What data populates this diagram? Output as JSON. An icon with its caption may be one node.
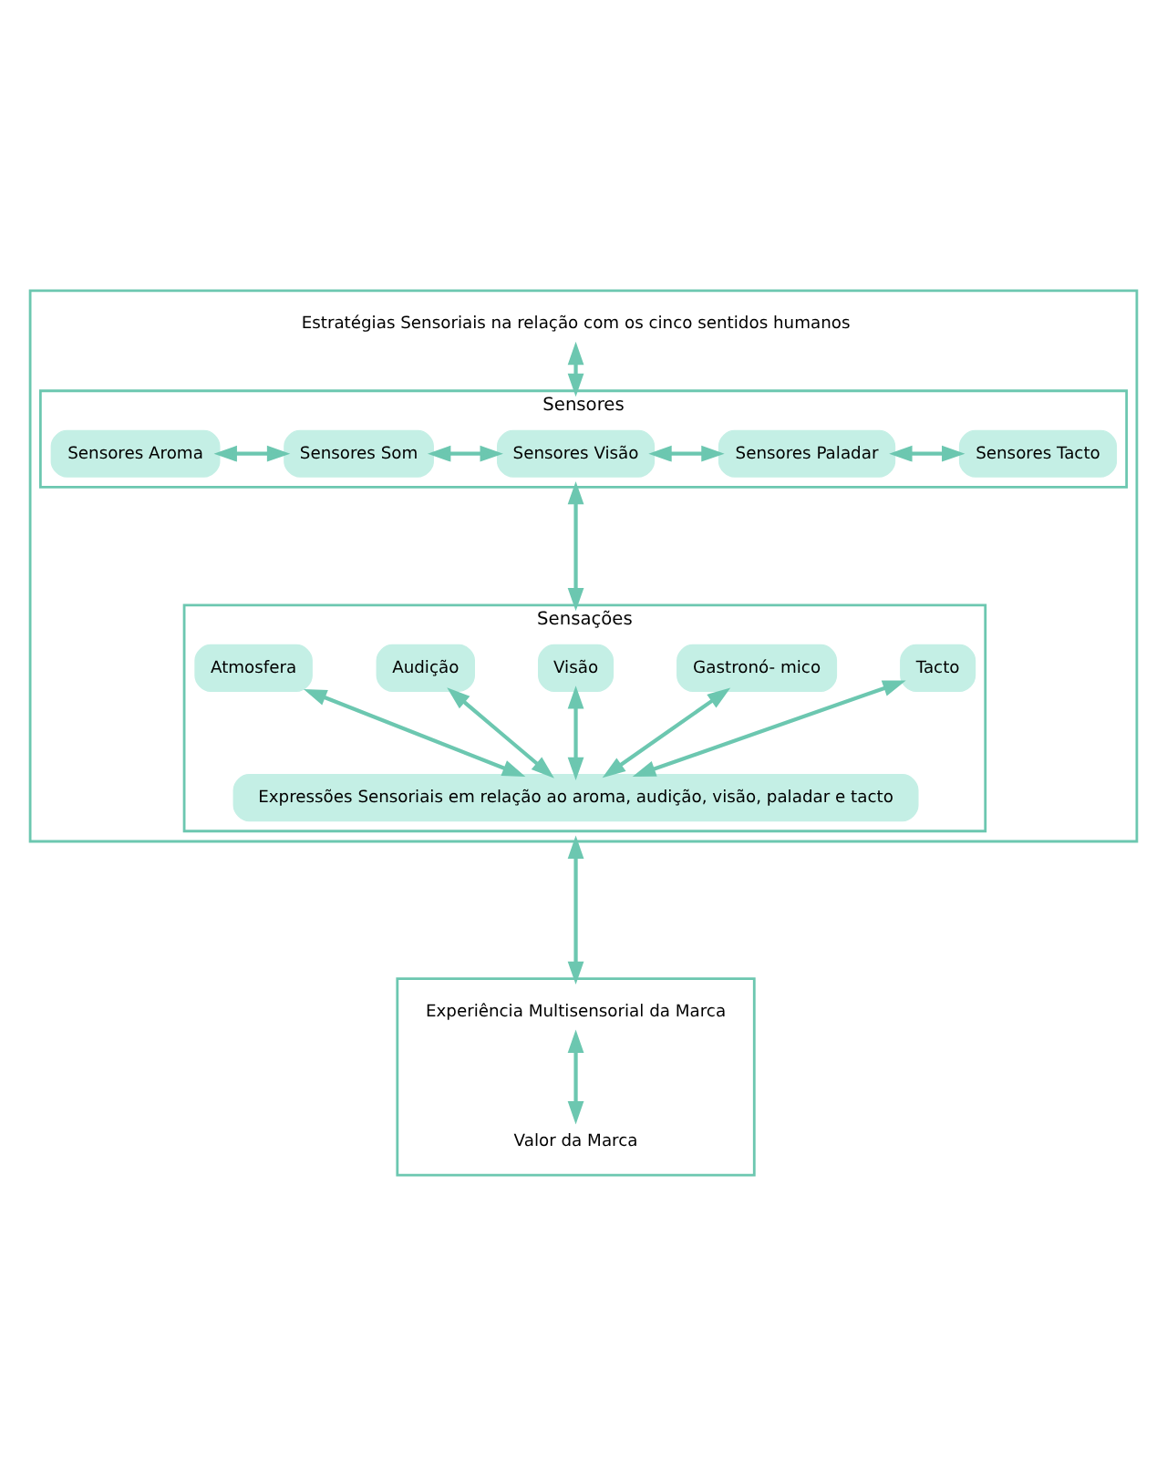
{
  "diagram": {
    "nodes": [
      {
        "text": [],
        "shape": "box"
      },
      {
        "text": [
          "Estratégias Sensoriais na relação com os cinco sentidos humanos"
        ],
        "in": 0
      },
      {
        "text": [
          "Sensores"
        ],
        "in": 0
      },
      {
        "text": [
          "Sensores Aroma"
        ],
        "in": 2
      },
      {
        "text": [
          "Sensores Som"
        ],
        "in": 2
      },
      {
        "text": [
          "Sensores Visão"
        ],
        "in": 2
      },
      {
        "text": [
          "Sensores Paladar"
        ],
        "in": 2
      },
      {
        "text": [
          "Sensores Tacto"
        ],
        "in": 2
      },
      {
        "text": [
          "Sensações"
        ],
        "in": 0
      },
      {
        "text": [
          "Atmosfera"
        ],
        "in": 8
      },
      {
        "text": [
          "Audição"
        ],
        "in": 8
      },
      {
        "text": [
          "Visão"
        ],
        "in": 8
      },
      {
        "text": [
          "Gastronó- mico"
        ],
        "in": 8
      },
      {
        "text": [
          "Tacto"
        ],
        "in": 8
      },
      {
        "text": [
          "Expressões Sensoriais em relação ao aroma, audição, visão, paladar e tacto"
        ],
        "in": 8
      },
      {
        "text": [],
        "shape": "box"
      },
      {
        "text": [
          "Experiência Multisensorial da Marca"
        ],
        "in": 15
      },
      {
        "text": [
          "Valor da Marca"
        ],
        "in": 15
      }
    ],
    "edges": [
      {
        "from": 1,
        "to": 2,
        "arrow": "both"
      },
      {
        "from": 3,
        "to": 4,
        "arrow": "both"
      },
      {
        "from": 4,
        "to": 5,
        "arrow": "both"
      },
      {
        "from": 5,
        "to": 6,
        "arrow": "both"
      },
      {
        "from": 6,
        "to": 7,
        "arrow": "both"
      },
      {
        "from": 2,
        "to": 8,
        "arrow": "both"
      },
      {
        "from": 9,
        "to": 14,
        "arrow": "both"
      },
      {
        "from": 10,
        "to": 14,
        "arrow": "both"
      },
      {
        "from": 11,
        "to": 14,
        "arrow": "both"
      },
      {
        "from": 12,
        "to": 14,
        "arrow": "both"
      },
      {
        "from": 13,
        "to": 14,
        "arrow": "both"
      },
      {
        "from": 0,
        "to": 15,
        "arrow": "both"
      },
      {
        "from": 16,
        "to": 17,
        "arrow": "both"
      }
    ]
  }
}
